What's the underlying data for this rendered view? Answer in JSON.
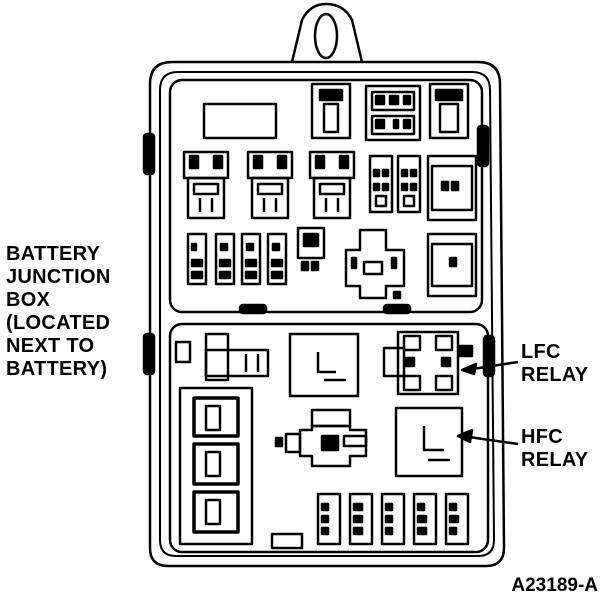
{
  "labels": {
    "battery_box": [
      "BATTERY",
      "JUNCTION",
      "BOX",
      "(LOCATED",
      "NEXT TO",
      "BATTERY)"
    ],
    "lfc_relay": [
      "LFC",
      "RELAY"
    ],
    "hfc_relay": [
      "HFC",
      "RELAY"
    ]
  },
  "figure_id": "A23189-A",
  "colors": {
    "ink": "#000000",
    "paper": "#ffffff"
  }
}
